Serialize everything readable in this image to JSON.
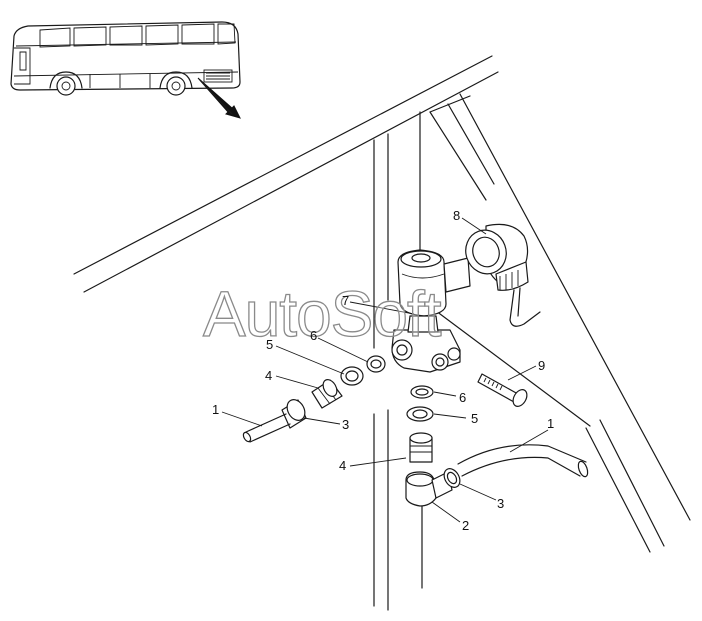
{
  "watermark": "AutoSoft",
  "callouts": {
    "c1a": "1",
    "c1b": "1",
    "c2": "2",
    "c3a": "3",
    "c3b": "3",
    "c4a": "4",
    "c4b": "4",
    "c5a": "5",
    "c5b": "5",
    "c6a": "6",
    "c6b": "6",
    "c7": "7",
    "c8": "8",
    "c9": "9"
  },
  "icons": {
    "bus": "bus-locator-icon",
    "arrow": "location-arrow-icon"
  }
}
